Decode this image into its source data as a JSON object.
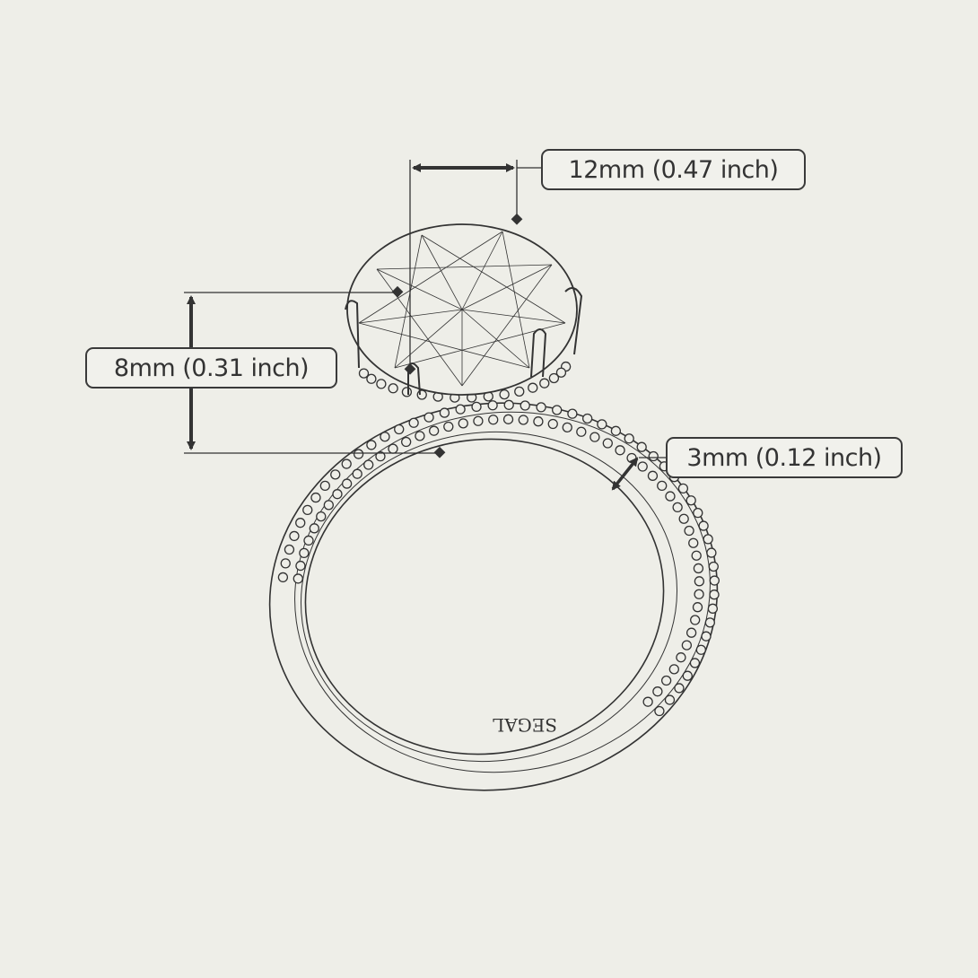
{
  "dimensions": {
    "width_label": "12mm (0.47 inch)",
    "height_label": "8mm (0.31 inch)",
    "band_label": "3mm (0.12 inch)"
  },
  "engraving": "SEGAL",
  "colors": {
    "background": "#eeeee8",
    "line": "#3a3a3a"
  }
}
